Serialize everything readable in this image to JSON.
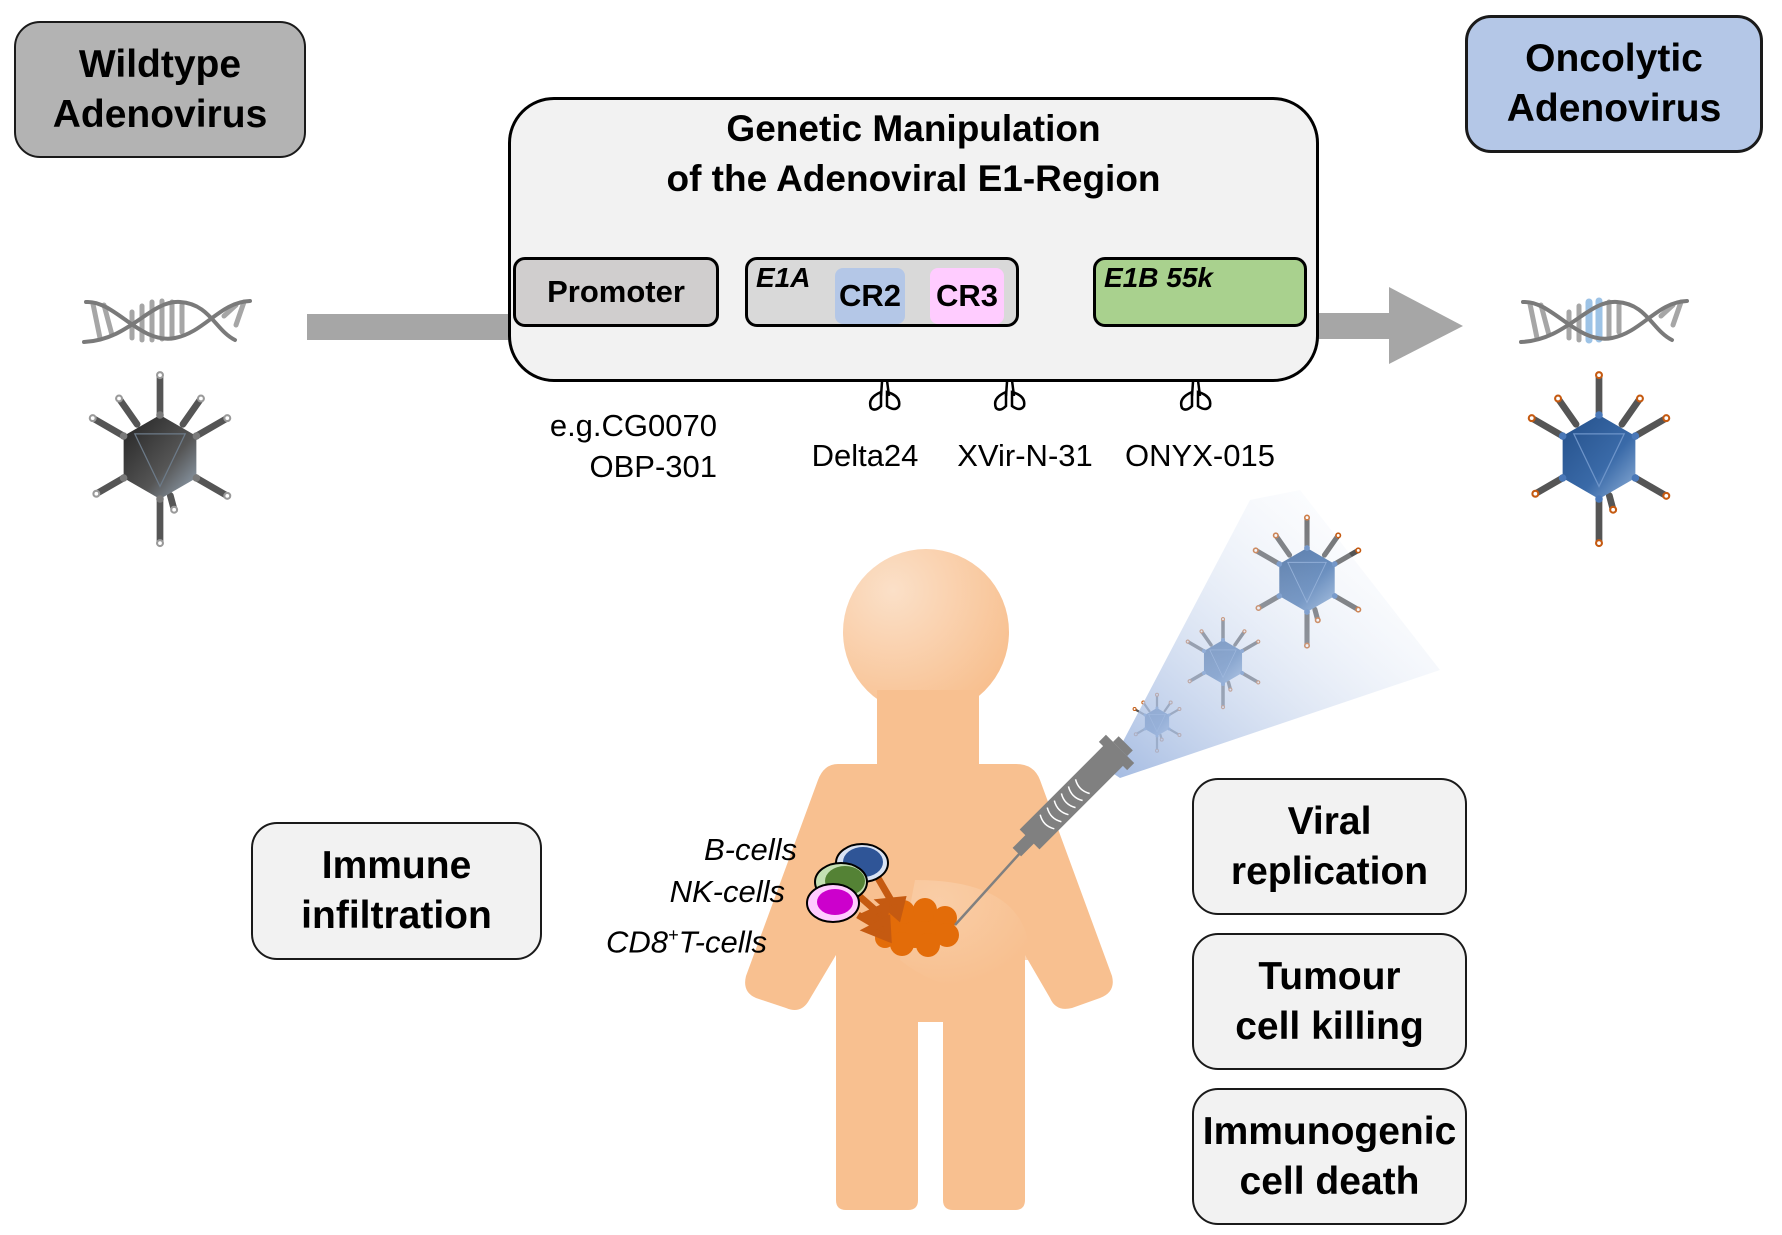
{
  "title_boxes": {
    "wildtype": [
      "Wildtype",
      "Adenovirus"
    ],
    "oncolytic": [
      "Oncolytic",
      "Adenovirus"
    ]
  },
  "genetic_box": {
    "title": [
      "Genetic Manipulation",
      "of the Adenoviral E1-Region"
    ],
    "regions": {
      "promoter": "Promoter",
      "e1a": "E1A",
      "cr2": "CR2",
      "cr3": "CR3",
      "e1b": "E1B 55k"
    }
  },
  "examples": {
    "promoter": [
      "e.g.CG0070",
      "OBP-301"
    ],
    "cr2": "Delta24",
    "cr3": "XVir-N-31",
    "e1b": "ONYX-015"
  },
  "immune": {
    "box": [
      "Immune",
      "infiltration"
    ],
    "cells": [
      "B-cells",
      "NK-cells",
      "CD8",
      "+",
      "T-cells"
    ]
  },
  "effects": [
    [
      "Viral",
      "replication"
    ],
    [
      "Tumour",
      "cell killing"
    ],
    [
      "Immunogenic",
      "cell death"
    ]
  ],
  "colors": {
    "wildtype_box": "#b3b3b3",
    "oncolytic_box": "#b4c7e7",
    "cr2": "#b4c7e7",
    "cr3": "#ffccff",
    "e1b": "#a9d18e",
    "body": "#f8c090",
    "tumour": "#e36c09",
    "virus_blue": "#2e5a94",
    "virus_gray": "#3a3a3a",
    "arrow": "#a6a6a6"
  }
}
